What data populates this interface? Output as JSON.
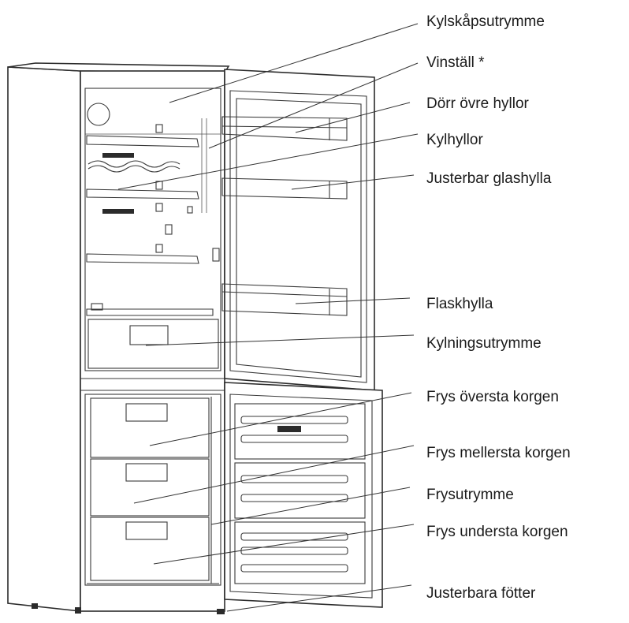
{
  "labels": [
    "Kylskåpsutrymme",
    "Vinställ *",
    "Dörr övre hyllor",
    "Kylhyllor",
    "Justerbar glashylla",
    "Flaskhylla",
    "Kylningsutrymme",
    "Frys översta korgen",
    "Frys mellersta korgen",
    "Frysutrymme",
    "Frys understa korgen",
    "Justerbara fötter"
  ],
  "colors": {
    "line": "#2b2b2b",
    "text": "#1a1a1a",
    "background": "#ffffff"
  }
}
